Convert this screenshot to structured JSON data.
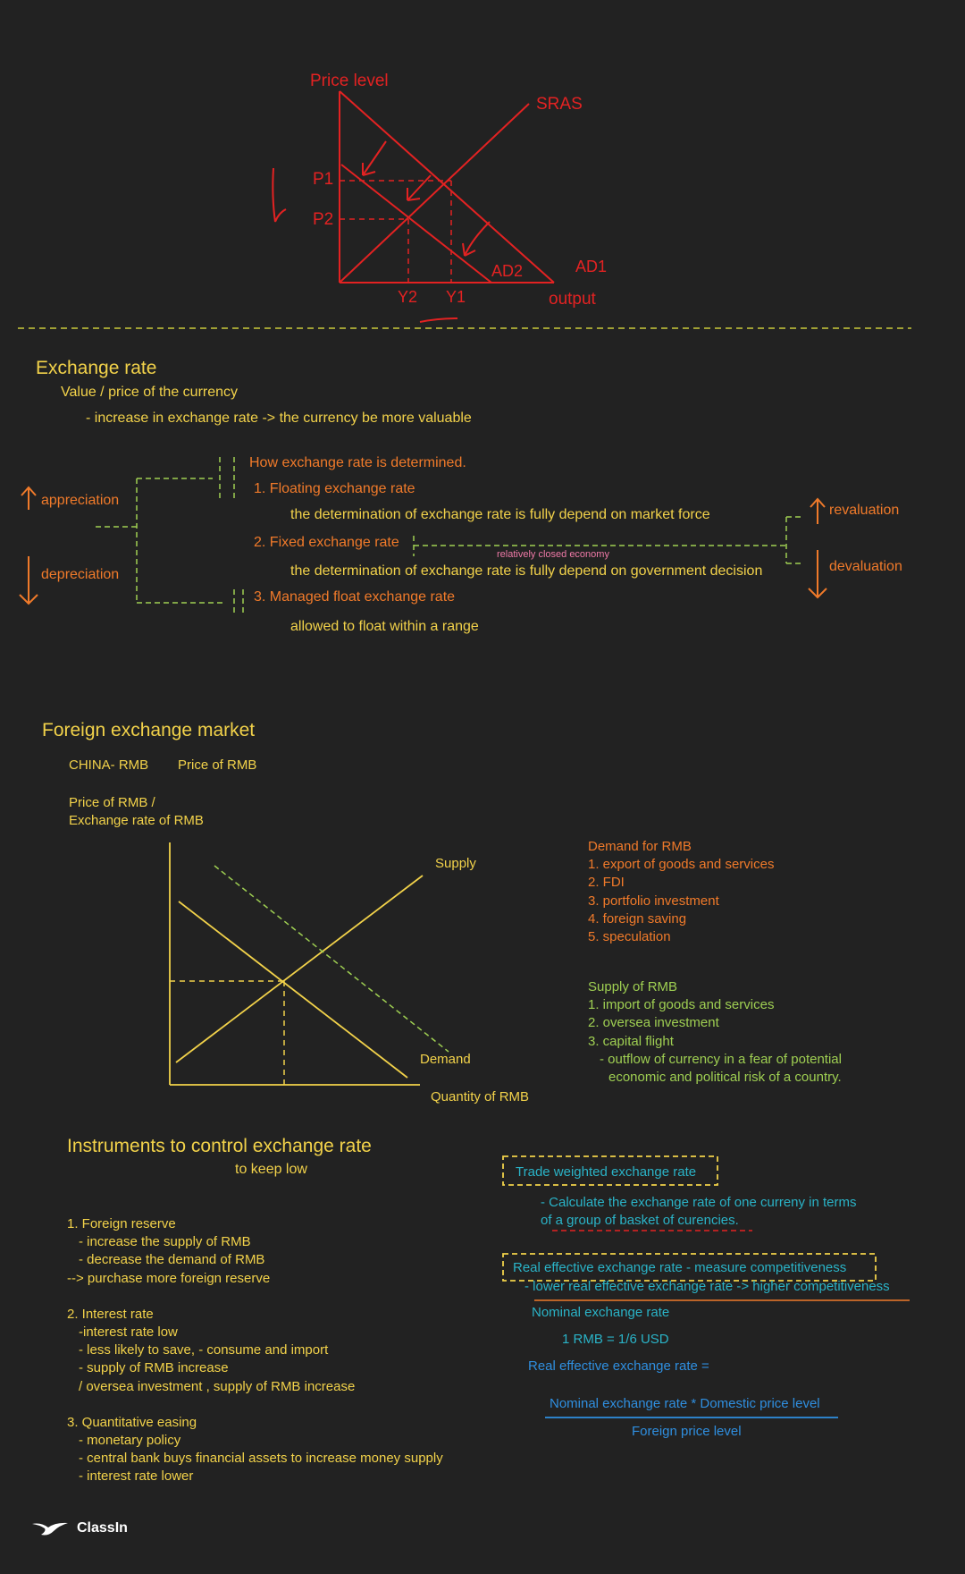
{
  "ad_as_diagram": {
    "y_axis_label": "Price level",
    "x_axis_label": "output",
    "sras_label": "SRAS",
    "ad1_label": "AD1",
    "ad2_label": "AD2",
    "p1_label": "P1",
    "p2_label": "P2",
    "y1_label": "Y1",
    "y2_label": "Y2"
  },
  "exchange_rate": {
    "title": "Exchange rate",
    "definition": "Value / price of the currency",
    "note": "- increase in exchange rate -> the currency be more valuable",
    "appreciation": "appreciation",
    "depreciation": "depreciation",
    "revaluation": "revaluation",
    "devaluation": "devaluation",
    "how_determined": "How exchange rate is determined.",
    "floating_title": "1. Floating exchange rate",
    "floating_desc": "the determination of exchange rate is fully depend on market force",
    "fixed_title": "2. Fixed exchange rate",
    "fixed_note": "relatively closed economy",
    "fixed_desc": "the determination of exchange rate is fully depend on government decision",
    "managed_title": "3. Managed float exchange rate",
    "managed_desc": "allowed to float within a range"
  },
  "fx_market": {
    "title": "Foreign exchange market",
    "china_rmb": "CHINA- RMB",
    "price_rmb": "Price of RMB",
    "y_label_1": "Price of RMB /",
    "y_label_2": "Exchange rate of RMB",
    "supply_label": "Supply",
    "demand_label": "Demand",
    "x_label": "Quantity of RMB",
    "demand_title": "Demand for RMB",
    "demand_items": [
      "1. export of goods and services",
      "2. FDI",
      "3. portfolio investment",
      "4. foreign saving",
      "5. speculation"
    ],
    "supply_title": "Supply of RMB",
    "supply_items": [
      "1. import of goods and services",
      "2. oversea investment",
      "3. capital flight",
      "- outflow of currency in a fear of potential",
      "economic and political risk of a country."
    ]
  },
  "instruments": {
    "title": "Instruments to control exchange rate",
    "subtitle": "to keep low",
    "lines": [
      "1. Foreign reserve",
      "- increase the supply of RMB",
      "- decrease the demand of RMB",
      "--> purchase more foreign reserve",
      "2. Interest rate",
      "-interest rate low",
      "- less likely to save, - consume and import",
      "- supply of RMB increase",
      "/ oversea investment , supply of RMB increase",
      "3. Quantitative easing",
      "- monetary policy",
      "- central bank buys financial assets to increase money supply",
      "- interest rate lower"
    ]
  },
  "right_notes": {
    "twer_title": "Trade weighted exchange rate",
    "twer_desc_1": "- Calculate the exchange rate of one curreny in terms",
    "twer_desc_2": "of a group of basket of curencies.",
    "reer_title": "Real effective exchange rate - measure competitiveness",
    "reer_note": "- lower real effective exchange rate -> higher competitiveness",
    "nominal_title": "Nominal exchange rate",
    "nominal_example": "1  RMB = 1/6 USD",
    "reer_formula_label": "Real effective exchange rate =",
    "numerator": "Nominal exchange rate * Domestic price level",
    "denominator": "Foreign price level"
  },
  "brand": {
    "name": "ClassIn",
    "icon": "classin-bird-icon"
  },
  "colors": {
    "background": "#222222",
    "red": "#e32222",
    "yellow": "#f2d24a",
    "orange": "#f07a2a",
    "green": "#9fcf52",
    "cyan": "#2ab3c7",
    "blue": "#2f8fe0"
  }
}
